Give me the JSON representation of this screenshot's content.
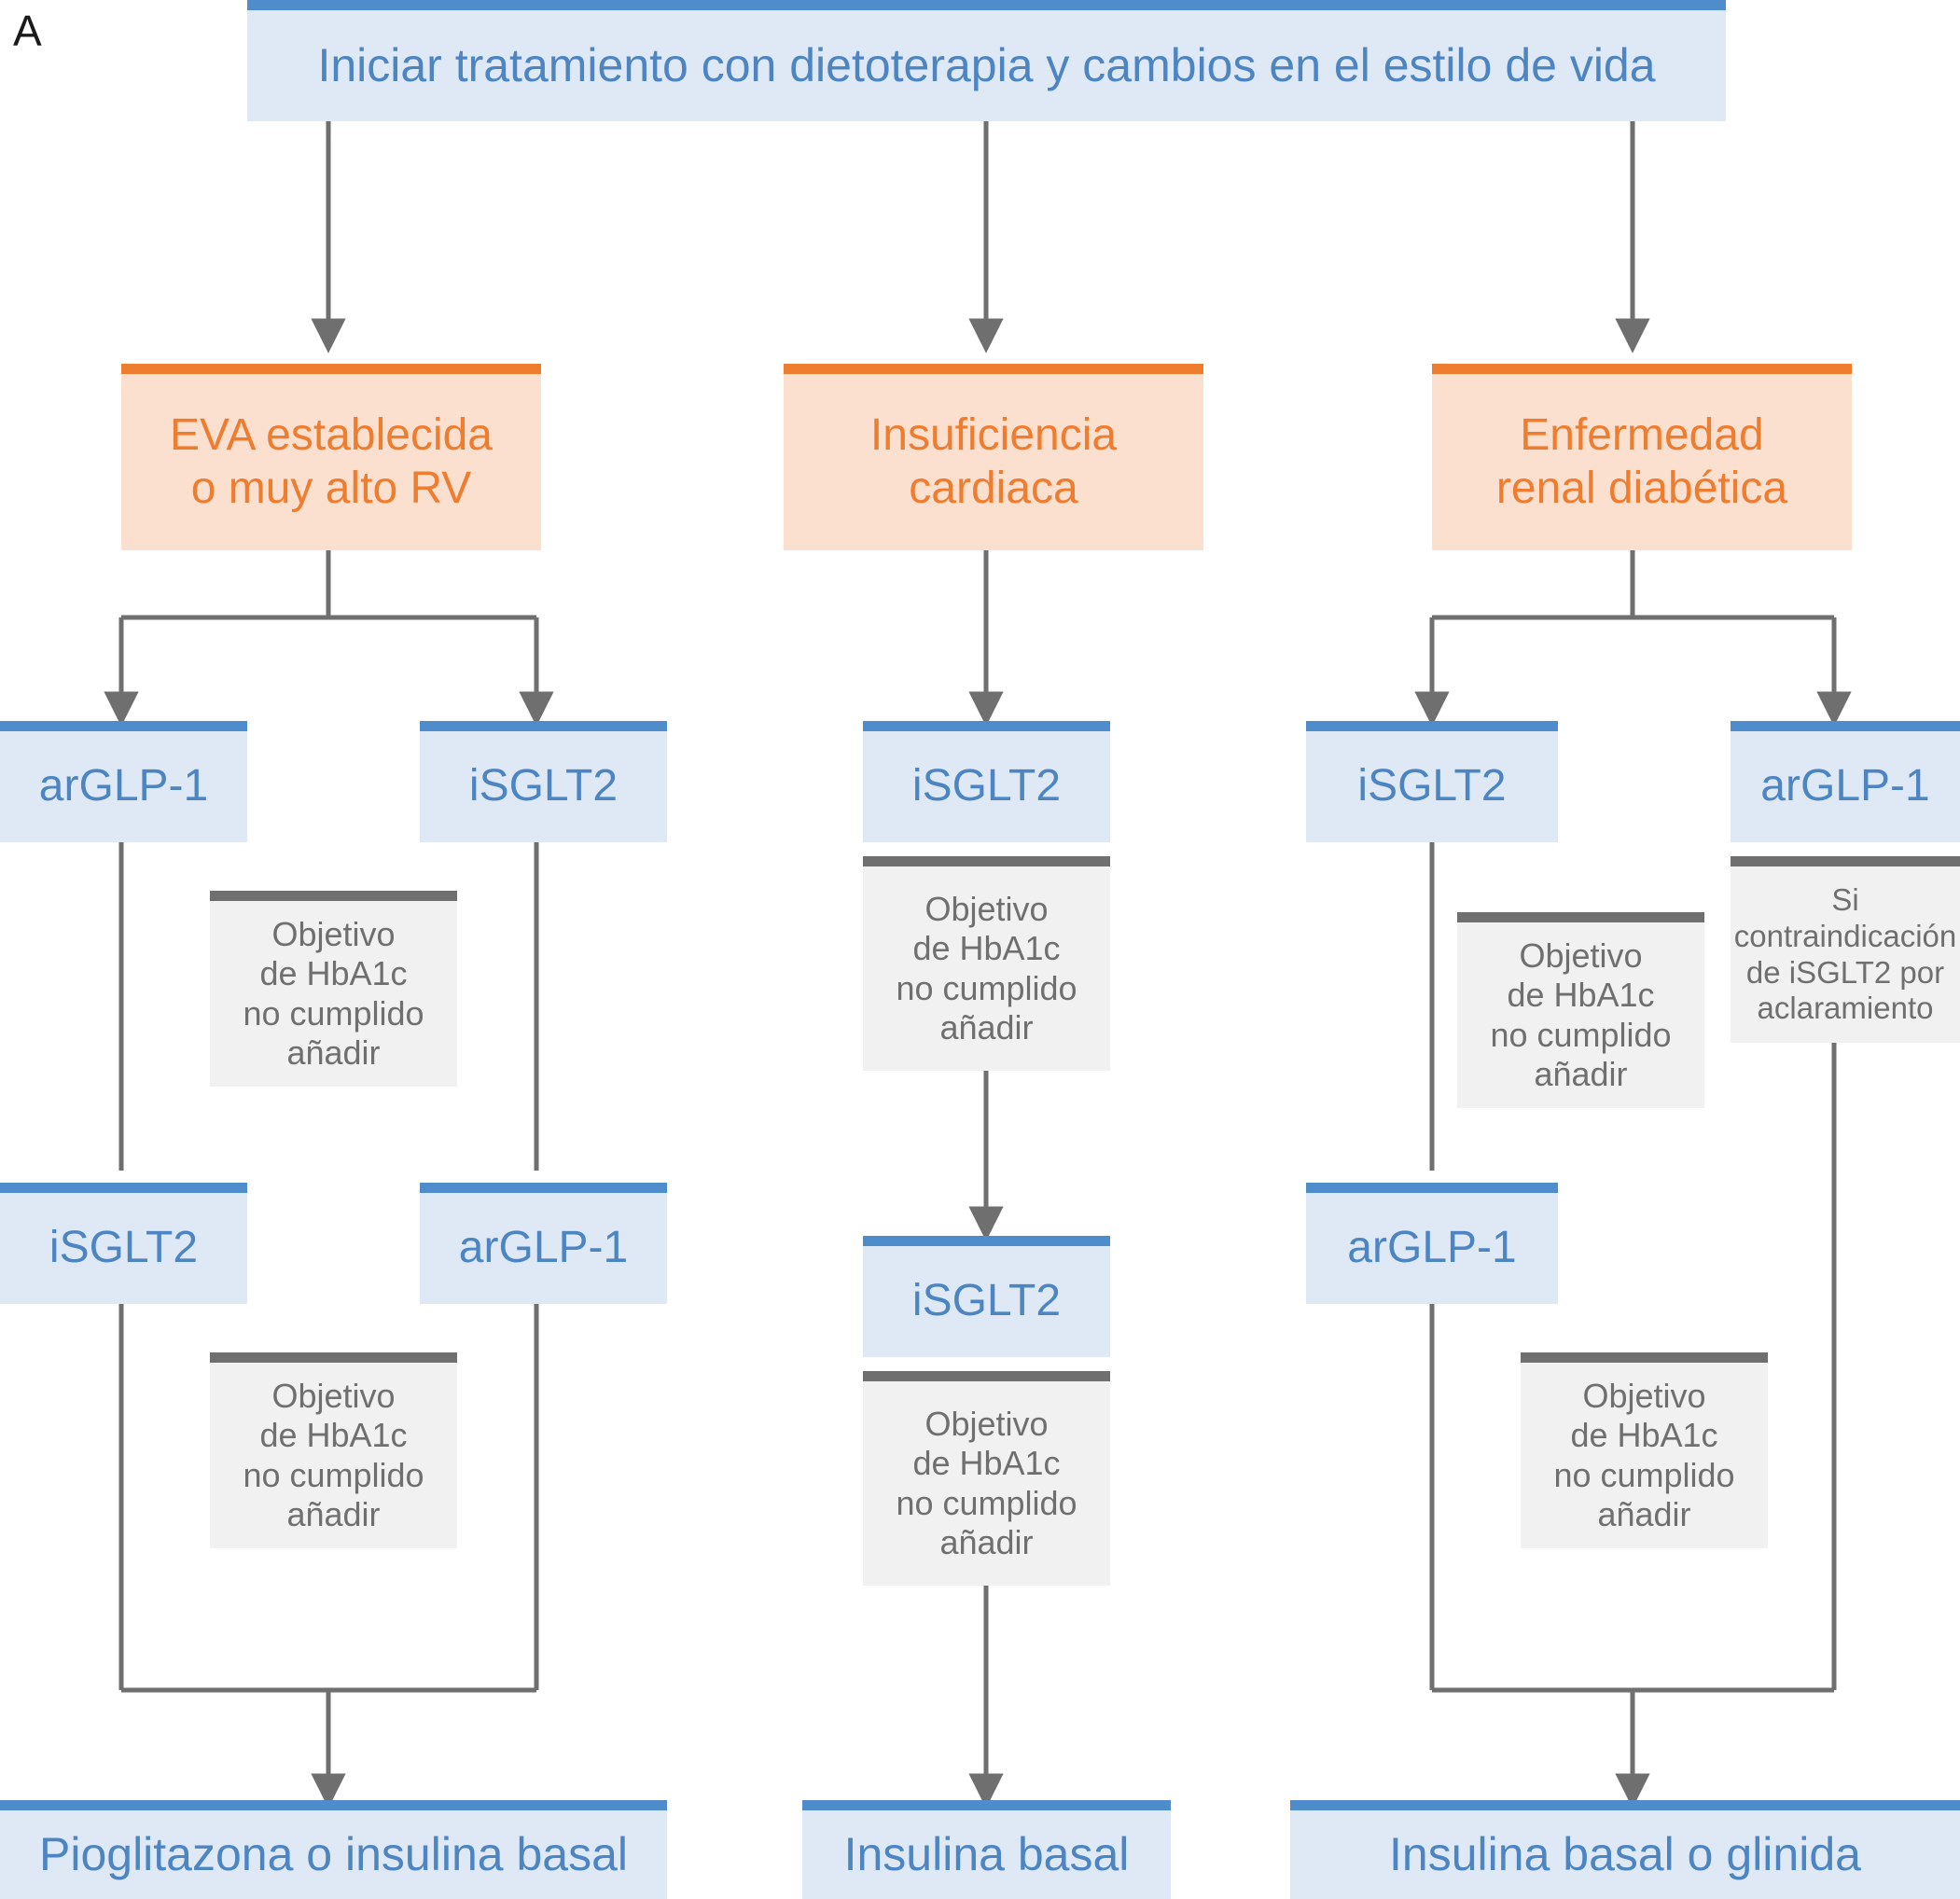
{
  "figure": {
    "panel_label": "A",
    "type": "clinical-treatment-algorithm-flowchart",
    "language": "es"
  },
  "colors": {
    "blue_fill": "#dfe9f5",
    "blue_accent": "#4f8ccb",
    "blue_text": "#4c85c2",
    "orange_fill": "#fbe0d0",
    "orange_accent": "#ef7d30",
    "orange_text": "#ef7d30",
    "gray_fill": "#f1f1f1",
    "gray_accent": "#6f6f6f",
    "gray_text": "#6f6f6f",
    "connector": "#6f6f6f",
    "background": "#ffffff"
  },
  "start": {
    "label": "Iniciar tratamiento con dietoterapia y cambios en el estilo de vida"
  },
  "branches": [
    {
      "id": "eva",
      "condition": "EVA establecida\no muy alto RV",
      "condition_line1": "EVA establecida",
      "condition_line2": "o muy alto RV",
      "steps_left": [
        "arGLP-1",
        "iSGLT2"
      ],
      "steps_right": [
        "iSGLT2",
        "arGLP-1"
      ],
      "notes": [
        "Objetivo\nde HbA1c\nno cumplido\nañadir",
        "Objetivo\nde HbA1c\nno cumplido\nañadir"
      ],
      "final": "Pioglitazona o insulina basal"
    },
    {
      "id": "ic",
      "condition": "Insuficiencia\ncardiaca",
      "condition_line1": "Insuficiencia",
      "condition_line2": "cardiaca",
      "steps": [
        "iSGLT2",
        "iSGLT2"
      ],
      "notes": [
        "Objetivo\nde HbA1c\nno cumplido\nañadir",
        "Objetivo\nde HbA1c\nno cumplido\nañadir"
      ],
      "final": "Insulina basal"
    },
    {
      "id": "erd",
      "condition": "Enfermedad\nrenal diabética",
      "condition_line1": "Enfermedad",
      "condition_line2": "renal diabética",
      "steps_left": [
        "iSGLT2",
        "arGLP-1"
      ],
      "steps_right": [
        "arGLP-1"
      ],
      "notes": [
        "Objetivo\nde HbA1c\nno cumplido\nañadir",
        "Si\ncontraindicación\nde iSGLT2 por\naclaramiento",
        "Objetivo\nde HbA1c\nno cumplido\nañadir"
      ],
      "final": "Insulina basal o glinida"
    }
  ],
  "nodes": {
    "start_box": "Iniciar tratamiento con dietoterapia y cambios en el estilo de vida",
    "cond_eva_l1": "EVA establecida",
    "cond_eva_l2": "o muy alto RV",
    "cond_ic_l1": "Insuficiencia",
    "cond_ic_l2": "cardiaca",
    "cond_erd_l1": "Enfermedad",
    "cond_erd_l2": "renal diabética",
    "eva_a1": "arGLP-1",
    "eva_b1": "iSGLT2",
    "eva_a2": "iSGLT2",
    "eva_b2": "arGLP-1",
    "ic_1": "iSGLT2",
    "ic_2": "iSGLT2",
    "erd_a1": "iSGLT2",
    "erd_b1": "arGLP-1",
    "erd_a2": "arGLP-1",
    "final_eva": "Pioglitazona o insulina basal",
    "final_ic": "Insulina basal",
    "final_erd": "Insulina basal o glinida"
  },
  "notes": {
    "hba1c_l1": "Objetivo",
    "hba1c_l2": "de HbA1c",
    "hba1c_l3": "no cumplido",
    "hba1c_l4": "añadir",
    "contra_l1": "Si",
    "contra_l2": "contraindicación",
    "contra_l3": "de iSGLT2 por",
    "contra_l4": "aclaramiento"
  }
}
